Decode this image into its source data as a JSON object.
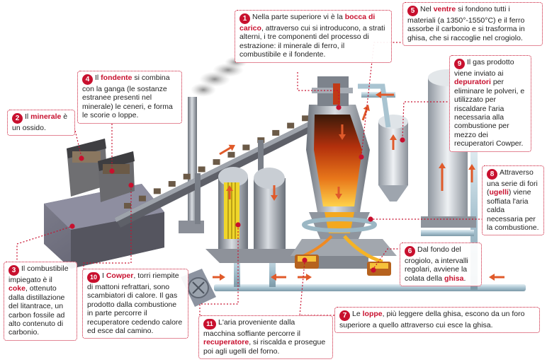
{
  "callouts": {
    "c1": {
      "num": "1",
      "pre": "Nella parte superiore  vi è la ",
      "hl": "bocca di carico",
      "post": ", attraverso cui si introducono, a strati alterni, i tre componenti del processo di estrazione: il minerale di ferro, il combustibile e il fondente."
    },
    "c2": {
      "num": "2",
      "pre": "Il ",
      "hl": "minerale",
      "post": " è un ossido."
    },
    "c3": {
      "num": "3",
      "pre": "Il combustibile impiegato è il ",
      "hl": "coke",
      "post": ", ottenuto dalla distillazione del litantrace, un carbon fossile ad alto contenuto di carbonio."
    },
    "c4": {
      "num": "4",
      "pre": "Il ",
      "hl": "fondente",
      "post": " si combina con la ganga (le sostanze estranee presenti nel minerale) le ceneri, e forma le scorie o loppe."
    },
    "c5": {
      "num": "5",
      "pre": "Nel ",
      "hl": "ventre",
      "post": " si fondono tutti i materiali (a 1350°-1550°C) e il ferro assorbe il carbonio e si trasforma in ghisa, che si raccoglie nel crogiolo."
    },
    "c6": {
      "num": "6",
      "pre": "Dal fondo del crogiolo, a intervalli regolari, avviene la colata della ",
      "hl": "ghisa",
      "post": "."
    },
    "c7": {
      "num": "7",
      "pre": "Le ",
      "hl": "loppe",
      "post": ", più leggere della ghisa, escono da un foro superiore a quello attraverso cui esce la ghisa."
    },
    "c8": {
      "num": "8",
      "pre": "Attraverso una serie di fori (",
      "hl": "ugelli",
      "post": ") viene soffiata l'aria calda necessaria per la combustione."
    },
    "c9": {
      "num": "9",
      "pre": "Il gas prodotto viene inviato ai ",
      "hl": "depuratori",
      "post": " per eliminare le polveri, e utilizzato per riscaldare l'aria necessaria alla combustione per mezzo dei recuperatori Cowper."
    },
    "c10": {
      "num": "10",
      "pre": "I ",
      "hl": "Cowper",
      "post": ", torri riempite di mattoni refrattari, sono scambiatori di calore. Il gas prodotto dalla combustione in parte percorre il recuperatore cedendo calore ed esce dal camino."
    },
    "c11": {
      "num": "11",
      "pre": "L'aria proveniente dalla macchina soffiante percorre il ",
      "hl": "recuperatore",
      "post": ", si riscalda e prosegue poi agli ugelli del forno."
    }
  },
  "colors": {
    "accent": "#c8102e",
    "arrow": "#e05a2a",
    "pipe": "#b8d2de",
    "metal": "#9aa1ab"
  }
}
